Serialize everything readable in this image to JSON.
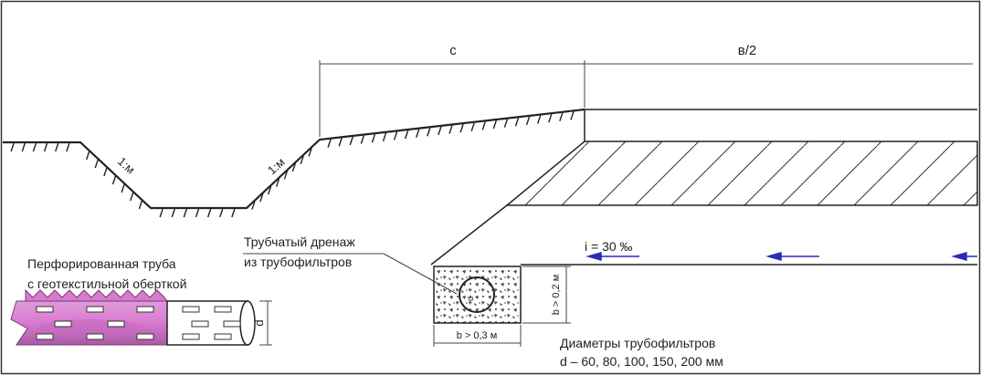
{
  "dimensions": {
    "c": "с",
    "half_width": "в/2"
  },
  "slopes": {
    "left": "1:м",
    "right": "1:м"
  },
  "drainage": {
    "title_line1": "Трубчатый дренаж",
    "title_line2": "из трубофильтров",
    "slope": "i = 30 ‰",
    "width_label": "b > 0,3 м",
    "height_label": "b > 0,2 м",
    "pipe_label": "d"
  },
  "pipe": {
    "caption_line1": "Перфорированная труба",
    "caption_line2": "с геотекстильной оберткой",
    "diameter_label": "d"
  },
  "diameters": {
    "title": "Диаметры трубофильтров",
    "values": "d – 60, 80, 100, 150, 200 мм"
  },
  "colors": {
    "line": "#222222",
    "arrow": "#2b2bb8",
    "wrap": "#d77ad0",
    "wrap_dark": "#b04aa8"
  }
}
